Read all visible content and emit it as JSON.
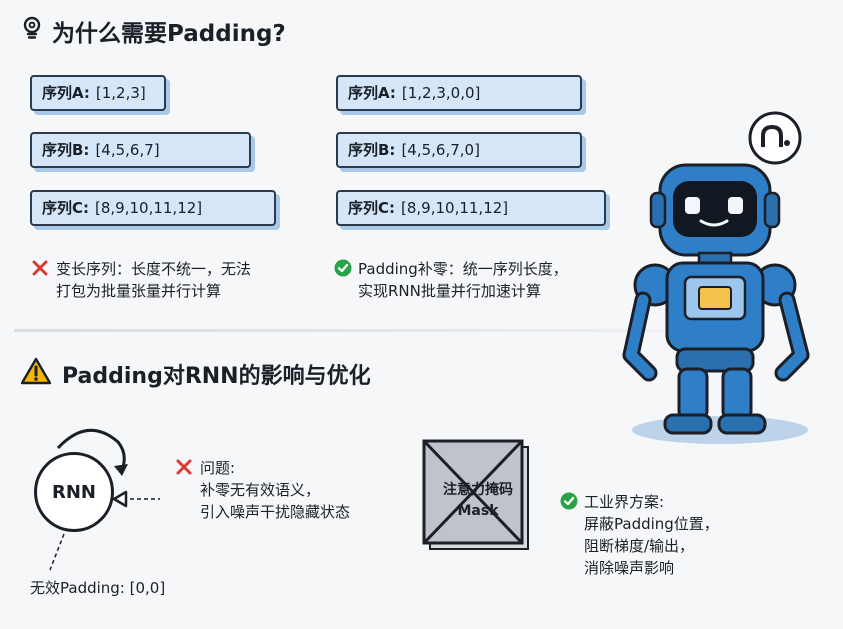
{
  "section1": {
    "title": "为什么需要Padding?"
  },
  "left_sequences": [
    {
      "label": "序列A:",
      "value": "[1,2,3]"
    },
    {
      "label": "序列B:",
      "value": "[4,5,6,7]"
    },
    {
      "label": "序列C:",
      "value": "[8,9,10,11,12]"
    }
  ],
  "right_sequences": [
    {
      "label": "序列A:",
      "value": "[1,2,3,0,0]"
    },
    {
      "label": "序列B:",
      "value": "[4,5,6,7,0]"
    },
    {
      "label": "序列C:",
      "value": "[8,9,10,11,12]"
    }
  ],
  "left_note": {
    "line1": "变长序列：长度不统一，无法",
    "line2": "打包为批量张量并行计算"
  },
  "right_note": {
    "line1": "Padding补零：统一序列长度，",
    "line2": "实现RNN批量并行加速计算"
  },
  "section2": {
    "title": "Padding对RNN的影响与优化"
  },
  "rnn": {
    "label": "RNN",
    "invalid_padding": "无效Padding: [0,0]"
  },
  "problem": {
    "title": "问题:",
    "line1": "补零无有效语义，",
    "line2": "引入噪声干扰隐藏状态"
  },
  "mask": {
    "line1": "注意力掩码",
    "line2": "Mask"
  },
  "solution": {
    "title": "工业界方案:",
    "line1": "屏蔽Padding位置，",
    "line2": "阻断梯度/输出，",
    "line3": "消除噪声影响"
  },
  "colors": {
    "cross": "#d83a2e",
    "check": "#2aa348",
    "warning": "#f2b705",
    "seq_fill": "#d4e6f7",
    "robot": "#2f7fc8"
  }
}
